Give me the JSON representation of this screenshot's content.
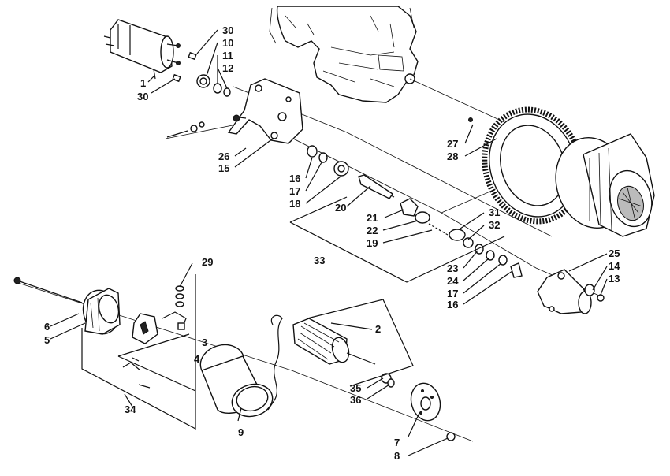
{
  "callouts": [
    {
      "id": "c30a",
      "text": "30"
    },
    {
      "id": "c10",
      "text": "10"
    },
    {
      "id": "c11",
      "text": "11"
    },
    {
      "id": "c12",
      "text": "12"
    },
    {
      "id": "c1",
      "text": "1"
    },
    {
      "id": "c30b",
      "text": "30"
    },
    {
      "id": "c27",
      "text": "27"
    },
    {
      "id": "c28",
      "text": "28"
    },
    {
      "id": "c26",
      "text": "26"
    },
    {
      "id": "c15",
      "text": "15"
    },
    {
      "id": "c16a",
      "text": "16"
    },
    {
      "id": "c17a",
      "text": "17"
    },
    {
      "id": "c18",
      "text": "18"
    },
    {
      "id": "c20",
      "text": "20"
    },
    {
      "id": "c21",
      "text": "21"
    },
    {
      "id": "c22",
      "text": "22"
    },
    {
      "id": "c19",
      "text": "19"
    },
    {
      "id": "c31",
      "text": "31"
    },
    {
      "id": "c32",
      "text": "32"
    },
    {
      "id": "c33",
      "text": "33"
    },
    {
      "id": "c23",
      "text": "23"
    },
    {
      "id": "c24",
      "text": "24"
    },
    {
      "id": "c17b",
      "text": "17"
    },
    {
      "id": "c16b",
      "text": "16"
    },
    {
      "id": "c25",
      "text": "25"
    },
    {
      "id": "c14",
      "text": "14"
    },
    {
      "id": "c13",
      "text": "13"
    },
    {
      "id": "c29",
      "text": "29"
    },
    {
      "id": "c6",
      "text": "6"
    },
    {
      "id": "c5",
      "text": "5"
    },
    {
      "id": "c3",
      "text": "3"
    },
    {
      "id": "c4",
      "text": "4"
    },
    {
      "id": "c2",
      "text": "2"
    },
    {
      "id": "c34",
      "text": "34"
    },
    {
      "id": "c9",
      "text": "9"
    },
    {
      "id": "c35",
      "text": "35"
    },
    {
      "id": "c36",
      "text": "36"
    },
    {
      "id": "c7",
      "text": "7"
    },
    {
      "id": "c8",
      "text": "8"
    }
  ]
}
